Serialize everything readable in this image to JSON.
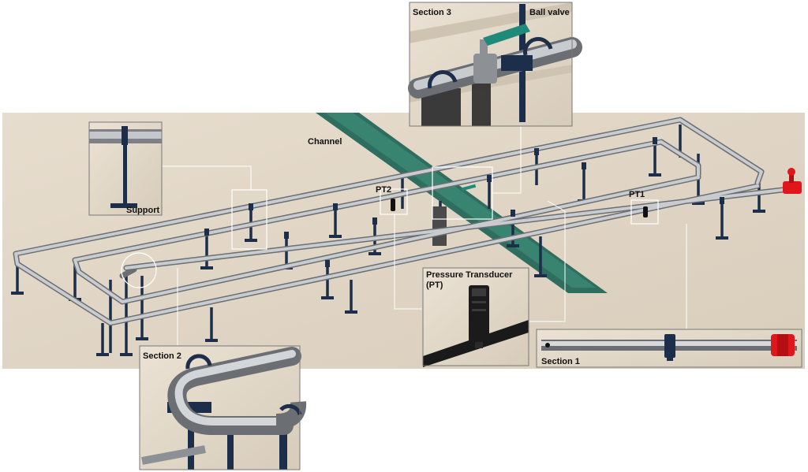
{
  "labels": {
    "channel": "Channel",
    "support": "Support",
    "pt1": "PT1",
    "pt2": "PT2",
    "section1": "Section 1",
    "section2": "Section 2",
    "section3": "Section 3",
    "ball_valve": "Ball valve",
    "pt_title_line1": "Pressure Transducer",
    "pt_title_line2": "(PT)"
  },
  "colors": {
    "floor": "#dfd4c4",
    "pipe": "#a8acb0",
    "pipe_edge": "#6b6f73",
    "support_post": "#1c2e4a",
    "channel": "#2f6e5e",
    "valve_red": "#e0161c",
    "handle_green": "#1f8a7a"
  }
}
